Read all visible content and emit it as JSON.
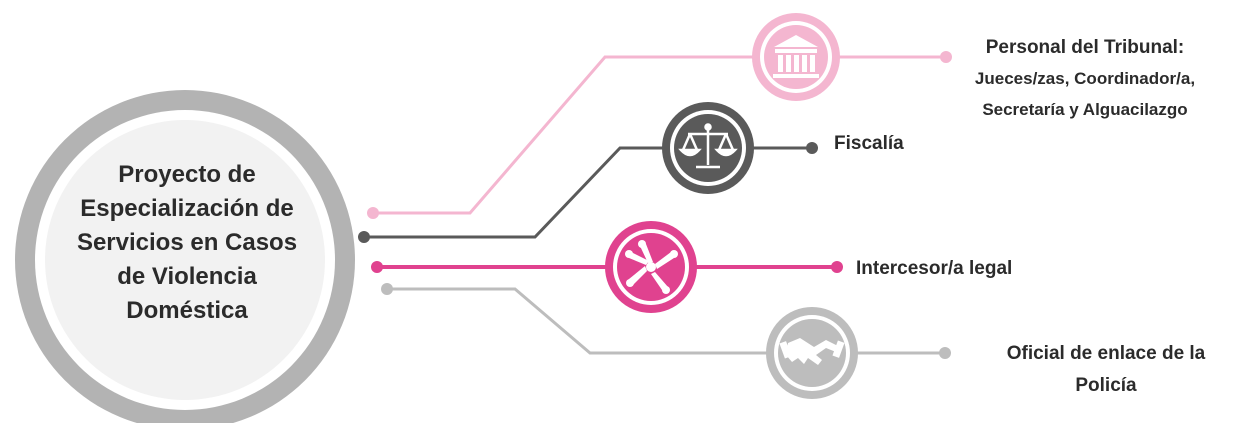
{
  "colors": {
    "tribunal": "#f4b6d0",
    "fiscalia": "#5a5a5a",
    "intercesor": "#e0428f",
    "policia": "#bdbdbd",
    "center_ring": "#b3b3b3",
    "center_fill": "#f2f2f2"
  },
  "center": {
    "line1": "Proyecto de",
    "line2": "Especialización de",
    "line3": "Servicios en Casos",
    "line4": "de Violencia",
    "line5": "Doméstica"
  },
  "nodes": {
    "tribunal": {
      "icon": "courthouse-icon",
      "line1": "Personal del Tribunal:",
      "line2": "Jueces/zas, Coordinador/a,",
      "line3": "Secretaría y Alguacilazgo"
    },
    "fiscalia": {
      "icon": "scales-of-justice-icon",
      "line1": "Fiscalía"
    },
    "intercesor": {
      "icon": "joined-hands-icon",
      "line1": "Intercesor/a legal"
    },
    "policia": {
      "icon": "handshake-icon",
      "line1": "Oficial de enlace de la",
      "line2": "Policía"
    }
  }
}
